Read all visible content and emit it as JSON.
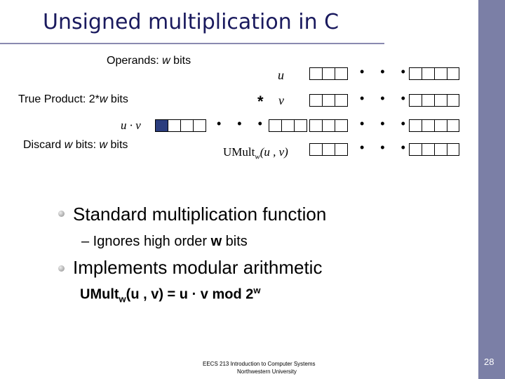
{
  "title": "Unsigned multiplication in C",
  "diagram": {
    "operands_label": "Operands: ",
    "operands_w": "w",
    "operands_suffix": " bits",
    "true_product_label": "True Product: 2*",
    "true_product_w": "w",
    "true_product_suffix": "  bits",
    "discard_label": "Discard ",
    "discard_w1": "w",
    "discard_mid": " bits: ",
    "discard_w2": "w",
    "discard_suffix": " bits",
    "u_label": "u",
    "times_symbol": "*",
    "v_label": "v",
    "uv_label": "u · v",
    "umult_name": "UMult",
    "umult_sub": "w",
    "umult_args": "(u , v)",
    "ellipsis": "• • •"
  },
  "bullets": {
    "b1": "Standard multiplication function",
    "b1_sub_prefix": "– Ignores high order ",
    "b1_sub_w": "w",
    "b1_sub_suffix": " bits",
    "b2": "Implements modular arithmetic",
    "formula_name": "UMult",
    "formula_sub": "w",
    "formula_body": "(u , v) = u  · v  mod 2",
    "formula_sup": "w"
  },
  "footer": {
    "line1": "EECS 213 Introduction to Computer Systems",
    "line2": "Northwestern University"
  },
  "page_number": "28",
  "colors": {
    "sidebar": "#7b7fa6",
    "title_text": "#1a1a5e",
    "discarded_cells": "#2b3d7e"
  }
}
